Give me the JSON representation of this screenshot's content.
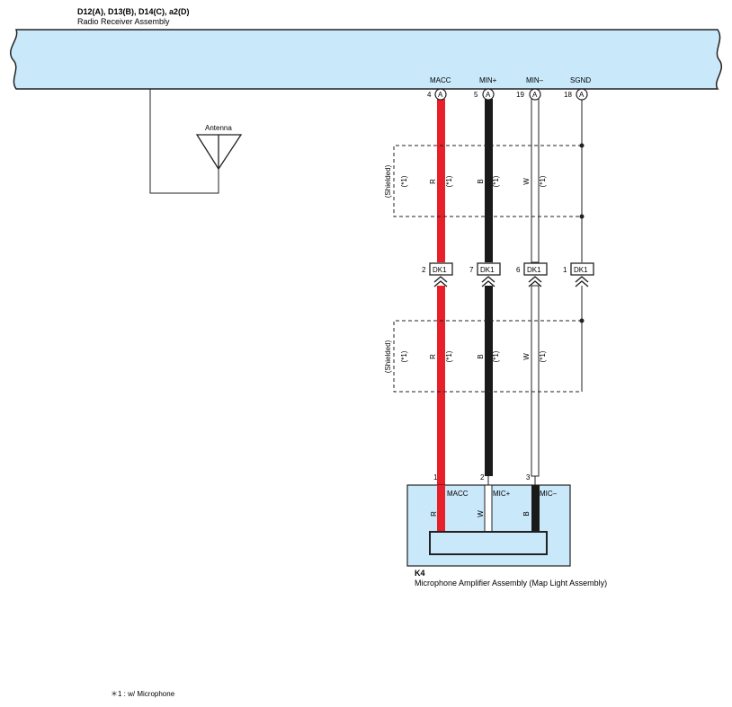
{
  "header": {
    "connector_ids": "D12(A), D13(B), D14(C), a2(D)",
    "component_name": "Radio Receiver Assembly"
  },
  "antenna": {
    "label": "Antenna"
  },
  "receiver_pins": [
    {
      "signal": "MACC",
      "number": "4",
      "connector": "A"
    },
    {
      "signal": "MIN+",
      "number": "5",
      "connector": "A"
    },
    {
      "signal": "MIN–",
      "number": "19",
      "connector": "A"
    },
    {
      "signal": "SGND",
      "number": "18",
      "connector": "A"
    }
  ],
  "wires": [
    {
      "color_code": "R",
      "note": "(*1)",
      "color": "#e8202a"
    },
    {
      "color_code": "B",
      "note": "(*1)",
      "color": "#1a1a1a"
    },
    {
      "color_code": "W",
      "note": "(*1)",
      "color": "#ffffff"
    }
  ],
  "shield": {
    "label": "(Shielded)",
    "note": "(*1)"
  },
  "junction": [
    {
      "number": "2",
      "id": "DK1"
    },
    {
      "number": "7",
      "id": "DK1"
    },
    {
      "number": "6",
      "id": "DK1"
    },
    {
      "number": "1",
      "id": "DK1"
    }
  ],
  "amplifier": {
    "id": "K4",
    "name": "Microphone Amplifier Assembly (Map Light Assembly)",
    "pins": [
      {
        "number": "1",
        "signal": "MACC",
        "color_code": "R"
      },
      {
        "number": "2",
        "signal": "MIC+",
        "color_code": "W"
      },
      {
        "number": "3",
        "signal": "MIC–",
        "color_code": "B"
      }
    ]
  },
  "footnote": "＊1 : w/ Microphone",
  "colors": {
    "receiver_fill": "#c9e8fa",
    "wire_red": "#e8202a",
    "wire_black": "#1a1a1a"
  }
}
